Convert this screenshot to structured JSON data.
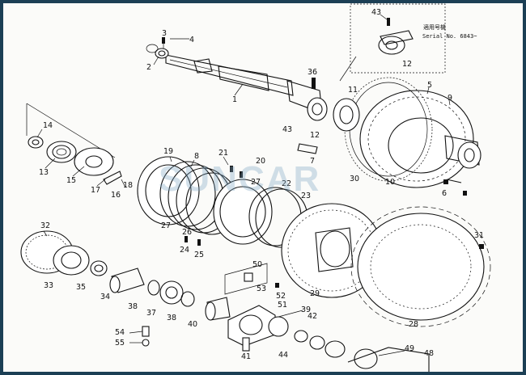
{
  "watermark": "SUNCAR",
  "serial_note": {
    "line1": "適用号機",
    "line2": "Serial No. 6843~"
  },
  "part_labels": [
    "1",
    "2",
    "3",
    "4",
    "5",
    "6",
    "7",
    "8",
    "9",
    "10",
    "11",
    "12",
    "13",
    "14",
    "15",
    "16",
    "17",
    "18",
    "19",
    "20",
    "21",
    "22",
    "23",
    "24",
    "25",
    "26",
    "27",
    "28",
    "29",
    "30",
    "31",
    "32",
    "33",
    "34",
    "35",
    "36",
    "37",
    "38",
    "39",
    "40",
    "41",
    "42",
    "43",
    "44",
    "48",
    "49",
    "50",
    "51",
    "52",
    "53",
    "54",
    "55"
  ]
}
